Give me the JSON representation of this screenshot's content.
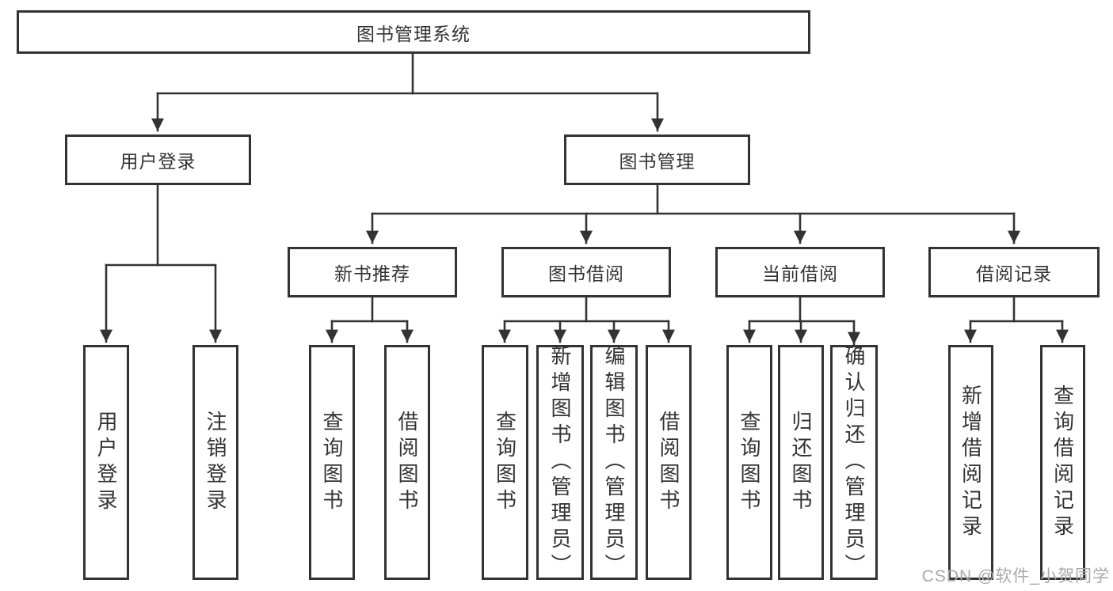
{
  "diagram": {
    "root": {
      "label": "图书管理系统"
    },
    "branches": [
      {
        "label": "用户登录",
        "leaves": [
          {
            "label": "用户登录"
          },
          {
            "label": "注销登录"
          }
        ]
      },
      {
        "label": "图书管理",
        "groups": [
          {
            "label": "新书推荐",
            "leaves": [
              {
                "label": "查询图书"
              },
              {
                "label": "借阅图书"
              }
            ]
          },
          {
            "label": "图书借阅",
            "leaves": [
              {
                "label": "查询图书"
              },
              {
                "label": "新增图书（管理员）"
              },
              {
                "label": "编辑图书（管理员）"
              },
              {
                "label": "借阅图书"
              }
            ]
          },
          {
            "label": "当前借阅",
            "leaves": [
              {
                "label": "查询图书"
              },
              {
                "label": "归还图书"
              },
              {
                "label": "确认归还（管理员）"
              }
            ]
          },
          {
            "label": "借阅记录",
            "leaves": [
              {
                "label": "新增借阅记录"
              },
              {
                "label": "查询借阅记录"
              }
            ]
          }
        ]
      }
    ]
  },
  "watermark": "CSDN @软件_小贺同学",
  "colors": {
    "line": "#333333",
    "box_border": "#333333",
    "text": "#333333",
    "watermark": "#a9a9a9",
    "background": "#ffffff"
  }
}
